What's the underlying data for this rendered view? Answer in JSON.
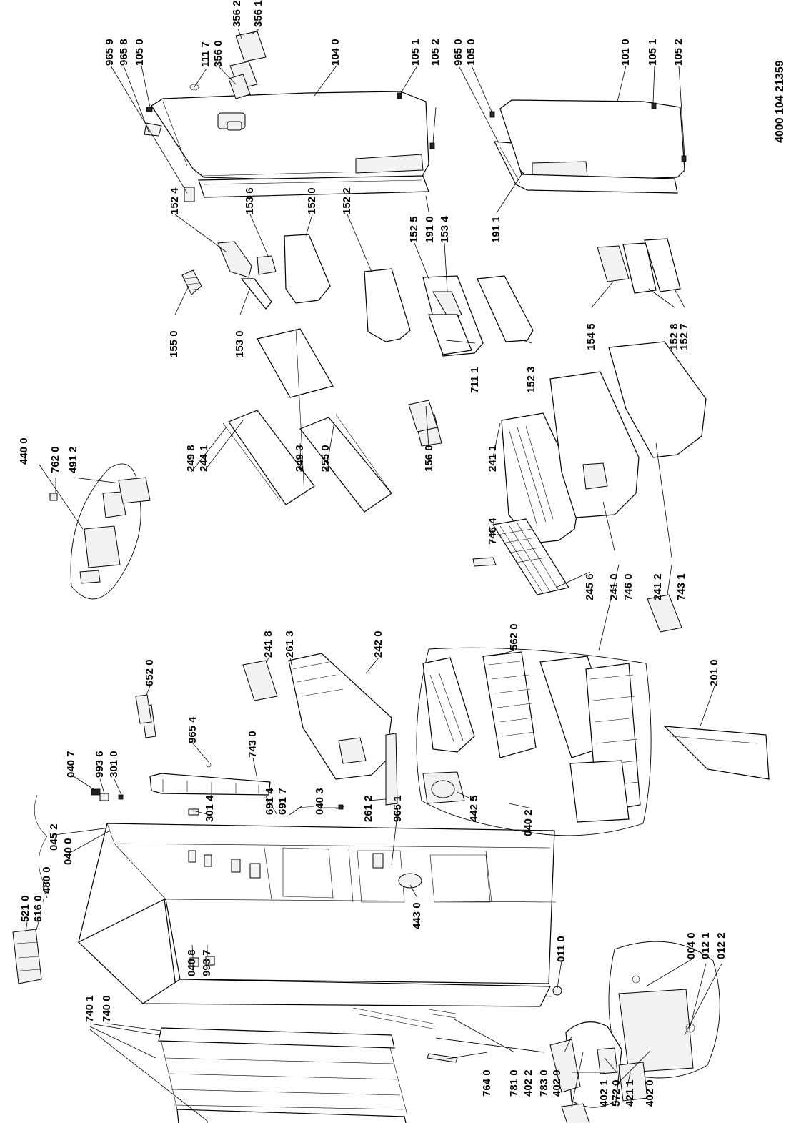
{
  "document_number": "4000 104 21359",
  "callouts": [
    "965 9",
    "965 8",
    "105 0",
    "111 7",
    "356 0",
    "356 2",
    "356 1",
    "104 0",
    "105 1",
    "105 2",
    "965 0",
    "105 0",
    "101 0",
    "105 1",
    "105 2",
    "152 4",
    "153 6",
    "152 0",
    "152 2",
    "152 5",
    "191 0",
    "153 4",
    "191 1",
    "155 0",
    "153 0",
    "711 1",
    "152 3",
    "154 5",
    "152 8",
    "152 7",
    "440 0",
    "762 0",
    "491 2",
    "249 8",
    "244 1",
    "249 3",
    "255 0",
    "156 0",
    "241 1",
    "746 4",
    "245 6",
    "241 0",
    "746 0",
    "241 2",
    "743 1",
    "652 0",
    "241 8",
    "261 3",
    "242 0",
    "965 4",
    "743 0",
    "040 7",
    "993 6",
    "301 0",
    "691 4",
    "691 7",
    "301 4",
    "040 3",
    "261 2",
    "965 1",
    "442 5",
    "040 2",
    "562 0",
    "201 0",
    "045 2",
    "040 0",
    "480 0",
    "521 0",
    "616 0",
    "443 0",
    "011 0",
    "004 0",
    "012 1",
    "012 2",
    "040 8",
    "993 7",
    "740 1",
    "740 0",
    "764 0",
    "781 0",
    "402 2",
    "783 0",
    "402 9",
    "402 1",
    "572 0",
    "421 1",
    "402 0"
  ]
}
